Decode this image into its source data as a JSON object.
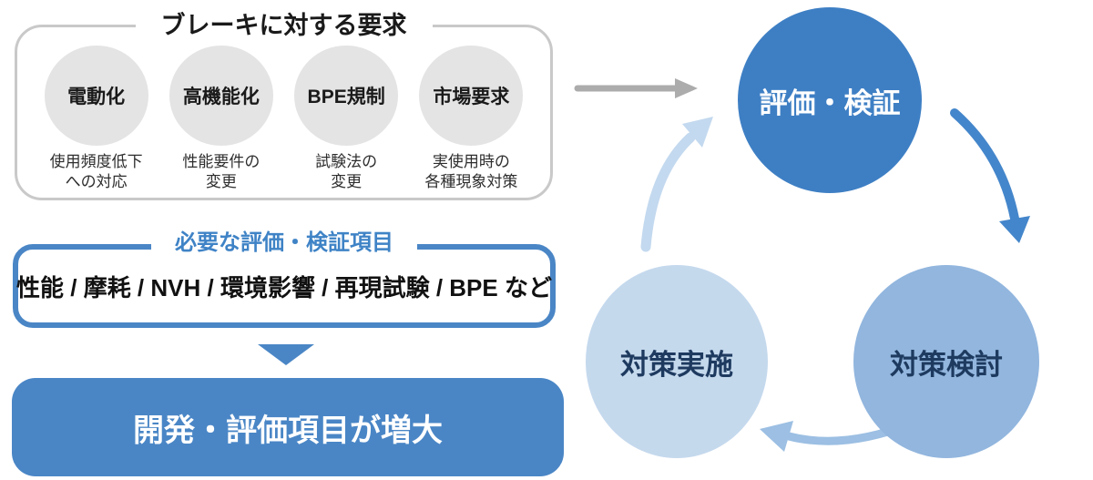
{
  "colors": {
    "accent_blue": "#4a86c6",
    "title_blue": "#3f83c6",
    "dark_circle": "#3e7fc4",
    "medium_circle": "#92b6de",
    "light_circle": "#c5d9ed",
    "navy_text": "#1e3a5f",
    "gray_border": "#c9c9c9",
    "gray_circle": "#e4e4e4",
    "gray_arrow": "#acacac",
    "arrow_right": "#4486cb",
    "arrow_bottom": "#9cbfe3",
    "arrow_left": "#c3d9ef"
  },
  "requirements_box": {
    "title": "ブレーキに対する要求",
    "items": [
      {
        "label": "電動化",
        "desc1": "使用頻度低下",
        "desc2": "への対応"
      },
      {
        "label": "高機能化",
        "desc1": "性能要件の",
        "desc2": "変更"
      },
      {
        "label": "BPE規制",
        "desc1": "試験法の",
        "desc2": "変更"
      },
      {
        "label": "市場要求",
        "desc1": "実使用時の",
        "desc2": "各種現象対策"
      }
    ]
  },
  "evaluation_box": {
    "title": "必要な評価・検証項目",
    "content": "性能 / 摩耗 / NVH / 環境影響 / 再現試験 / BPE など"
  },
  "conclusion": {
    "label": "開発・評価項目が増大"
  },
  "cycle": {
    "top": {
      "label": "評価・検証"
    },
    "right": {
      "label": "対策検討"
    },
    "left": {
      "label": "対策実施"
    }
  }
}
